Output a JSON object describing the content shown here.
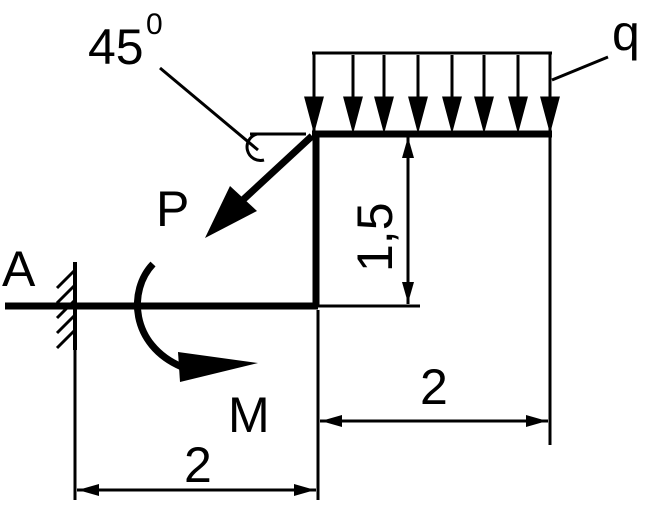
{
  "labels": {
    "support": "A",
    "angle": "45",
    "angle_unit": "0",
    "force": "P",
    "load": "q",
    "moment": "M",
    "height": "1,5",
    "span_left": "2",
    "span_right": "2"
  },
  "colors": {
    "ink": "#000000",
    "background": "#ffffff"
  }
}
